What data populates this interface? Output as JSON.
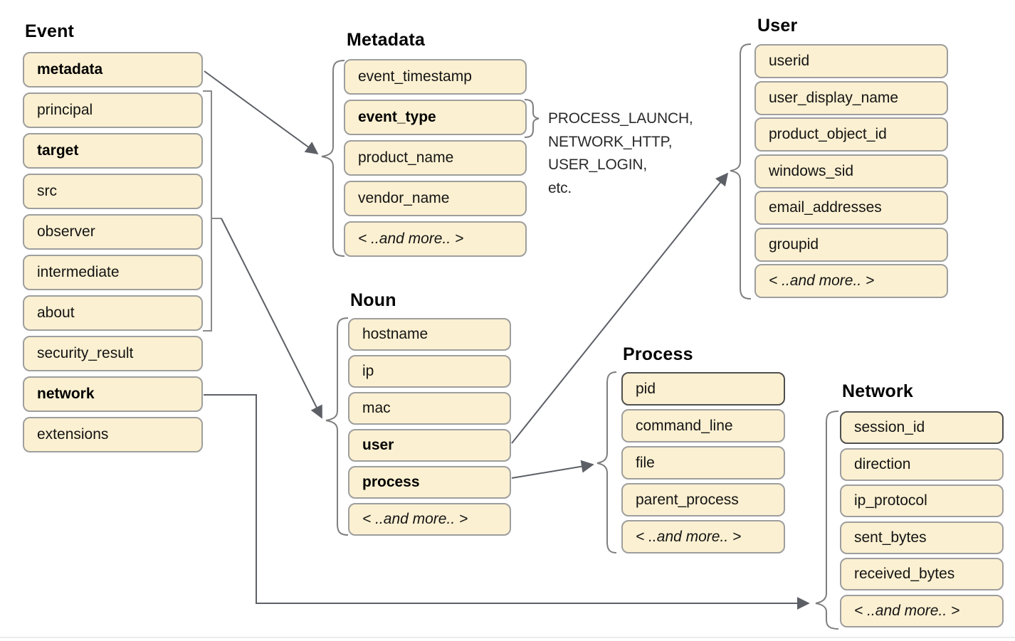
{
  "colors": {
    "box_fill": "#FBF0D1",
    "box_border": "#9E9E9E",
    "box_border_dark": "#4F4F4F",
    "arrow": "#5C6066",
    "brace": "#7E7E7E",
    "title_text": "#000000",
    "label_text": "#141414"
  },
  "groups": {
    "event": {
      "title": "Event",
      "items": [
        {
          "label": "metadata",
          "bold": true
        },
        {
          "label": "principal"
        },
        {
          "label": "target",
          "bold": true
        },
        {
          "label": "src"
        },
        {
          "label": "observer"
        },
        {
          "label": "intermediate"
        },
        {
          "label": "about"
        },
        {
          "label": "security_result"
        },
        {
          "label": "network",
          "bold": true
        },
        {
          "label": "extensions"
        }
      ]
    },
    "metadata": {
      "title": "Metadata",
      "items": [
        {
          "label": "event_timestamp"
        },
        {
          "label": "event_type",
          "bold": true
        },
        {
          "label": "product_name"
        },
        {
          "label": "vendor_name"
        },
        {
          "label": "< ..and more.. >",
          "italic": true
        }
      ]
    },
    "noun": {
      "title": "Noun",
      "items": [
        {
          "label": "hostname"
        },
        {
          "label": "ip"
        },
        {
          "label": "mac"
        },
        {
          "label": "user",
          "bold": true
        },
        {
          "label": "process",
          "bold": true
        },
        {
          "label": "< ..and more.. >",
          "italic": true
        }
      ]
    },
    "user": {
      "title": "User",
      "items": [
        {
          "label": "userid"
        },
        {
          "label": "user_display_name"
        },
        {
          "label": "product_object_id"
        },
        {
          "label": "windows_sid"
        },
        {
          "label": "email_addresses"
        },
        {
          "label": "groupid"
        },
        {
          "label": "< ..and more.. >",
          "italic": true
        }
      ]
    },
    "process": {
      "title": "Process",
      "items": [
        {
          "label": "pid",
          "dark_border": true
        },
        {
          "label": "command_line"
        },
        {
          "label": "file"
        },
        {
          "label": "parent_process"
        },
        {
          "label": "< ..and more.. >",
          "italic": true
        }
      ]
    },
    "network": {
      "title": "Network",
      "items": [
        {
          "label": "session_id",
          "dark_border": true
        },
        {
          "label": "direction"
        },
        {
          "label": "ip_protocol"
        },
        {
          "label": "sent_bytes"
        },
        {
          "label": "received_bytes"
        },
        {
          "label": "< ..and more.. >",
          "italic": true
        }
      ]
    }
  },
  "annotations": {
    "event_type_values": [
      "PROCESS_LAUNCH,",
      "NETWORK_HTTP,",
      "USER_LOGIN,",
      "etc."
    ]
  }
}
